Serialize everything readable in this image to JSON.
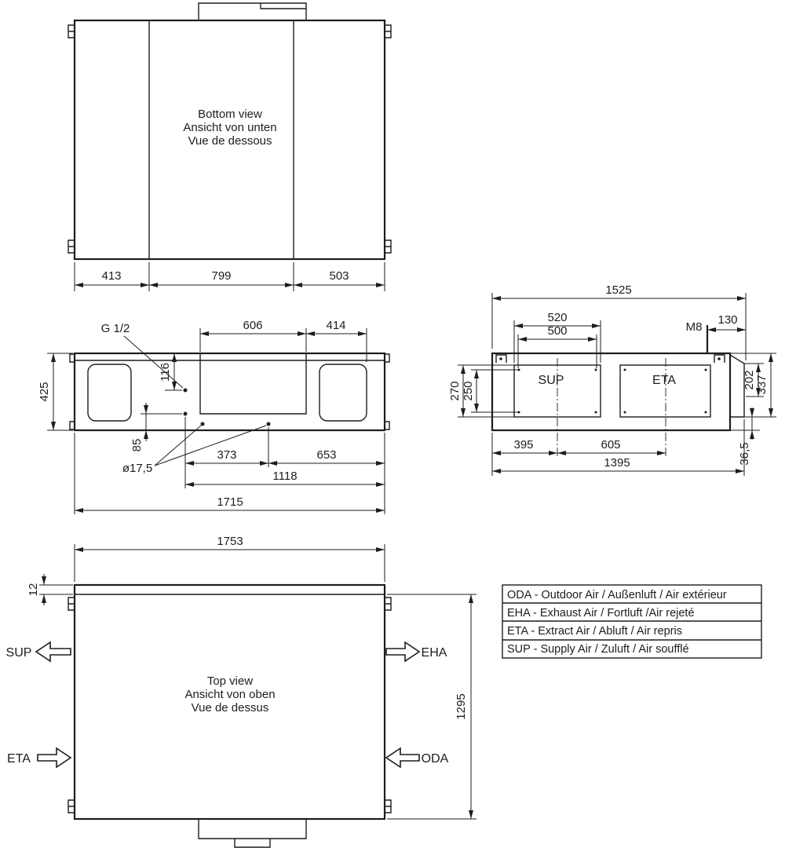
{
  "bottom_view": {
    "title_line1": "Bottom view",
    "title_line2": "Ansicht von unten",
    "title_line3": "Vue de dessous",
    "dim_413": "413",
    "dim_799": "799",
    "dim_503": "503"
  },
  "front_view": {
    "label_g12": "G 1/2",
    "label_d175": "ø17,5",
    "dim_606": "606",
    "dim_414": "414",
    "dim_425": "425",
    "dim_116": "116",
    "dim_85": "85",
    "dim_373": "373",
    "dim_653": "653",
    "dim_1118": "1118",
    "dim_1715": "1715"
  },
  "connection_view": {
    "dim_1525": "1525",
    "dim_520": "520",
    "dim_500": "500",
    "label_m8": "M8",
    "dim_130": "130",
    "port_sup": "SUP",
    "port_eta": "ETA",
    "dim_270": "270",
    "dim_250": "250",
    "dim_202": "202",
    "dim_337": "337",
    "dim_395": "395",
    "dim_605": "605",
    "dim_1395": "1395",
    "dim_36_5": "36,5"
  },
  "top_view": {
    "dim_1753": "1753",
    "dim_12": "12",
    "dim_1295": "1295",
    "title_line1": "Top view",
    "title_line2": "Ansicht von oben",
    "title_line3": "Vue de dessus",
    "label_sup": "SUP",
    "label_eha": "EHA",
    "label_eta": "ETA",
    "label_oda": "ODA"
  },
  "legend": {
    "rows": [
      "ODA - Outdoor Air / Außenluft / Air extérieur",
      "EHA - Exhaust Air / Fortluft /Air rejeté",
      "ETA - Extract Air / Abluft / Air repris",
      "SUP - Supply Air / Zuluft / Air soufflé"
    ]
  }
}
